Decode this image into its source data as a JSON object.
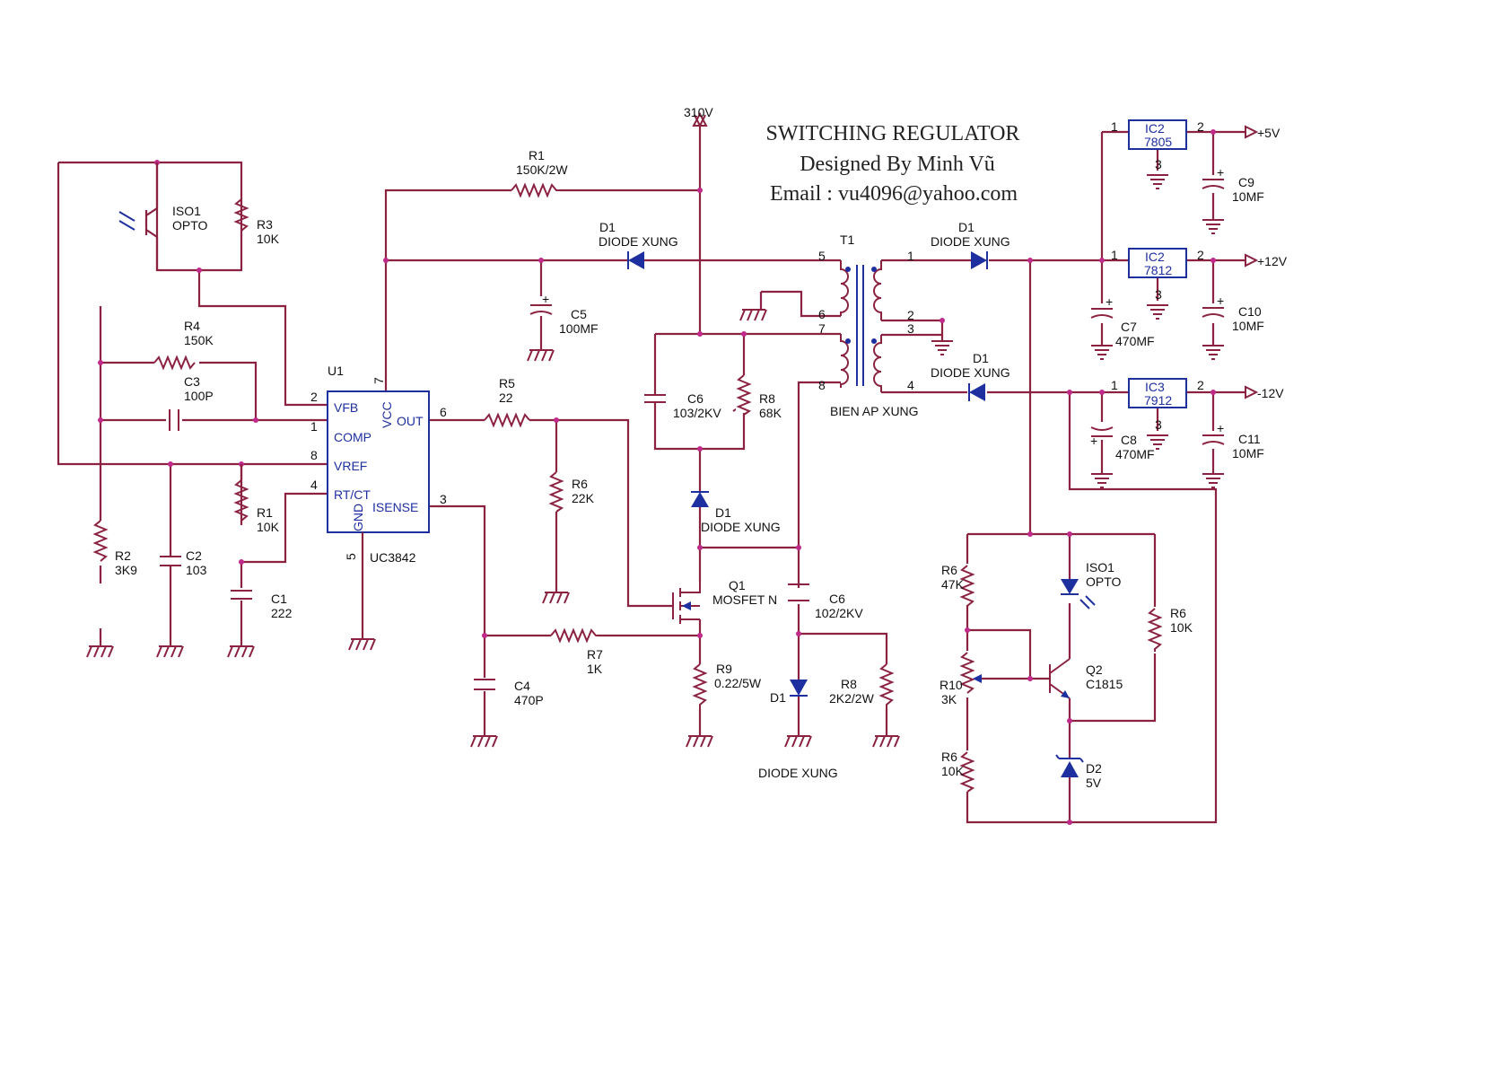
{
  "title": {
    "line1": "SWITCHING REGULATOR",
    "line2": "Designed By Minh Vũ",
    "line3": "Email : vu4096@yahoo.com"
  },
  "supply": "310V",
  "outputs": {
    "v5": "+5V",
    "v12": "+12V",
    "vneg12": "-12V"
  },
  "ic_u1": {
    "ref": "U1",
    "part": "UC3842",
    "pins": {
      "vfb": "VFB",
      "comp": "COMP",
      "vref": "VREF",
      "rtct": "RT/CT",
      "vcc": "VCC",
      "out": "OUT",
      "gnd": "GND",
      "isense": "ISENSE"
    },
    "pin_numbers": {
      "p1": "1",
      "p2": "2",
      "p3": "3",
      "p4": "4",
      "p5": "5",
      "p6": "6",
      "p7": "7",
      "p8": "8"
    }
  },
  "transformer": {
    "ref": "T1",
    "name": "BIEN AP XUNG",
    "pins": {
      "p1": "1",
      "p2": "2",
      "p3": "3",
      "p4": "4",
      "p5": "5",
      "p6": "6",
      "p7": "7",
      "p8": "8"
    }
  },
  "regulators": [
    {
      "ref": "IC2",
      "part": "7805",
      "pin_in": "1",
      "pin_out": "2"
    },
    {
      "ref": "IC2",
      "part": "7812",
      "pin_in": "1",
      "pin_out": "2"
    },
    {
      "ref": "IC3",
      "part": "7912",
      "pin_in": "1",
      "pin_out": "2"
    }
  ],
  "reg_gnd_pin": "3",
  "components": {
    "iso1_top": {
      "ref": "ISO1",
      "value": "OPTO"
    },
    "r3": {
      "ref": "R3",
      "value": "10K"
    },
    "r4": {
      "ref": "R4",
      "value": "150K"
    },
    "c3": {
      "ref": "C3",
      "value": "100P"
    },
    "r2": {
      "ref": "R2",
      "value": "3K9"
    },
    "c2": {
      "ref": "C2",
      "value": "103"
    },
    "r1_low": {
      "ref": "R1",
      "value": "10K"
    },
    "c1": {
      "ref": "C1",
      "value": "222"
    },
    "r1_top": {
      "ref": "R1",
      "value": "150K/2W"
    },
    "d1_aux": {
      "ref": "D1",
      "value": "DIODE XUNG"
    },
    "c5": {
      "ref": "C5",
      "value": "100MF"
    },
    "r5": {
      "ref": "R5",
      "value": "22"
    },
    "r6_mid": {
      "ref": "R6",
      "value": "22K"
    },
    "c6_snub": {
      "ref": "C6",
      "value": "103/2KV"
    },
    "r8_snub": {
      "ref": "R8",
      "value": "68K"
    },
    "d1_snub": {
      "ref": "D1",
      "value": "DIODE XUNG"
    },
    "q1": {
      "ref": "Q1",
      "value": "MOSFET N"
    },
    "c6_drain": {
      "ref": "C6",
      "value": "102/2KV"
    },
    "r7": {
      "ref": "R7",
      "value": "1K"
    },
    "c4": {
      "ref": "C4",
      "value": "470P"
    },
    "r9": {
      "ref": "R9",
      "value": "0.22/5W"
    },
    "d1_low": {
      "ref": "D1",
      "value": "DIODE XUNG"
    },
    "r8_low": {
      "ref": "R8",
      "value": "2K2/2W"
    },
    "d1_sec1": {
      "ref": "D1",
      "value": "DIODE XUNG"
    },
    "d1_sec2": {
      "ref": "D1",
      "value": "DIODE XUNG"
    },
    "c7": {
      "ref": "C7",
      "value": "470MF"
    },
    "c8": {
      "ref": "C8",
      "value": "470MF"
    },
    "c9": {
      "ref": "C9",
      "value": "10MF"
    },
    "c10": {
      "ref": "C10",
      "value": "10MF"
    },
    "c11": {
      "ref": "C11",
      "value": "10MF"
    },
    "r6_fb1": {
      "ref": "R6",
      "value": "47K"
    },
    "r10": {
      "ref": "R10",
      "value": "3K"
    },
    "r6_fb2": {
      "ref": "R6",
      "value": "10K"
    },
    "iso1_fb": {
      "ref": "ISO1",
      "value": "OPTO"
    },
    "r6_fb3": {
      "ref": "R6",
      "value": "10K"
    },
    "q2": {
      "ref": "Q2",
      "value": "C1815"
    },
    "d2": {
      "ref": "D2",
      "value": "5V"
    }
  }
}
